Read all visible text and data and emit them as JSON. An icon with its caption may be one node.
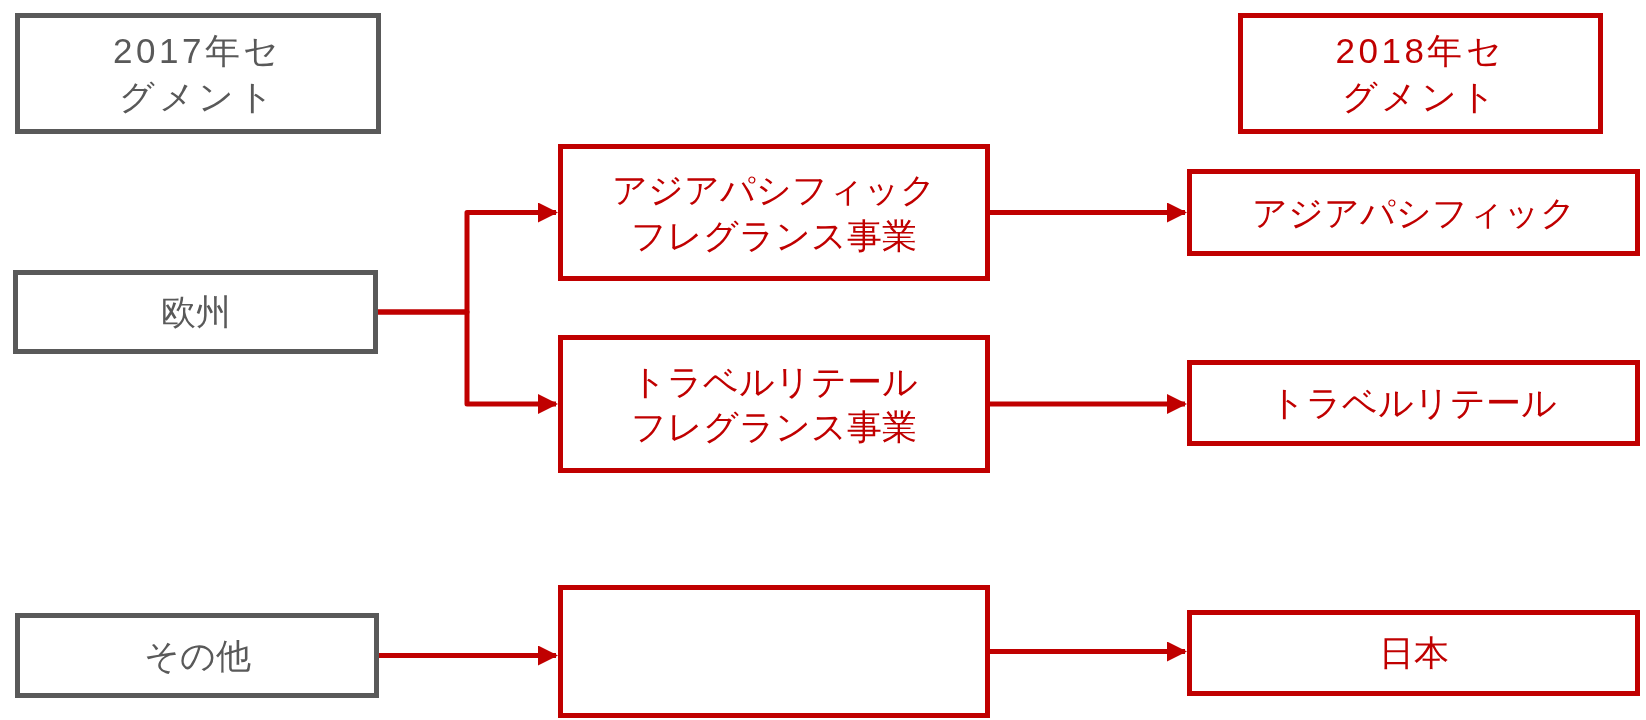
{
  "diagram": {
    "nodes": [
      {
        "text": [
          "2017年セグメント"
        ]
      },
      {
        "text": [
          "2018年セグメント"
        ]
      },
      {
        "text": [
          "欧州"
        ]
      },
      {
        "text": [
          "アジアパシフィックフレグランス事業"
        ]
      },
      {
        "text": [
          "アジアパシフィック"
        ]
      },
      {
        "text": [
          "トラベルリテールフレグランス事業"
        ]
      },
      {
        "text": [
          "トラベルリテール"
        ]
      },
      {
        "text": [
          "その他"
        ]
      },
      {
        "text": [],
        "shape": "box"
      },
      {
        "text": [
          "日本"
        ]
      }
    ],
    "edges": [
      {
        "from": 2,
        "to": 3,
        "arrow": "to"
      },
      {
        "from": 2,
        "to": 5,
        "arrow": "to"
      },
      {
        "from": 3,
        "to": 4,
        "arrow": "to"
      },
      {
        "from": 5,
        "to": 6,
        "arrow": "to"
      },
      {
        "from": 7,
        "to": 8,
        "arrow": "to"
      },
      {
        "from": 8,
        "to": 9,
        "arrow": "to"
      }
    ]
  }
}
